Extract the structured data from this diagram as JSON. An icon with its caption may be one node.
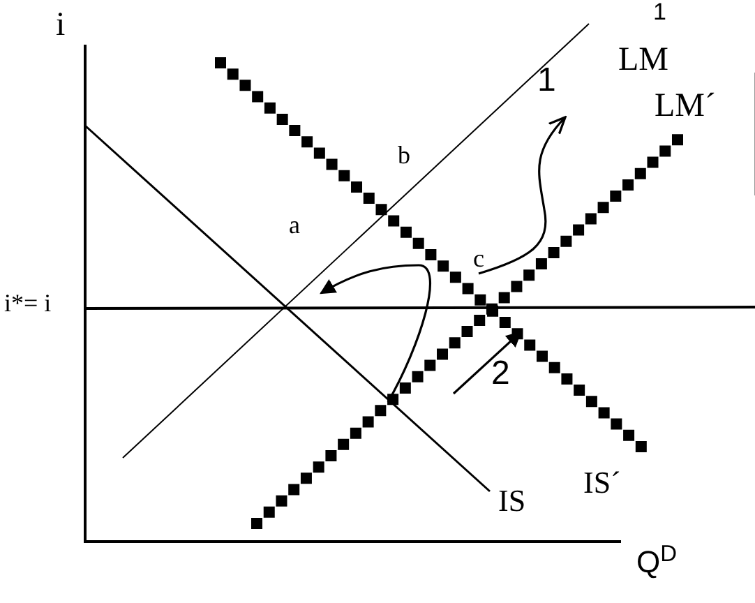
{
  "diagram": {
    "labels": [
      "1",
      "i",
      "LM",
      "1",
      "LM´",
      "b",
      "a",
      "c",
      "i*= i",
      "2",
      "IS",
      "IS´",
      "Q$^{D}$"
    ]
  }
}
